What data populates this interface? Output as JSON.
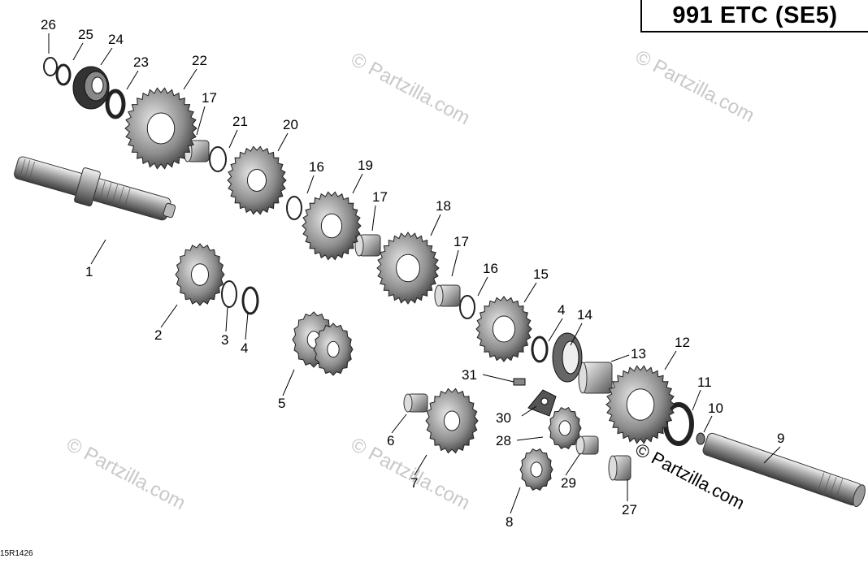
{
  "header": {
    "title": "991 ETC (SE5)"
  },
  "footer": {
    "diagram_code": "15R1426"
  },
  "watermark": {
    "text": "© Partzilla.com"
  },
  "callouts": [
    "1",
    "2",
    "3",
    "4",
    "4",
    "5",
    "6",
    "7",
    "8",
    "9",
    "10",
    "11",
    "12",
    "13",
    "14",
    "15",
    "16",
    "16",
    "17",
    "17",
    "17",
    "18",
    "19",
    "20",
    "21",
    "22",
    "23",
    "24",
    "25",
    "26",
    "27",
    "28",
    "29",
    "30",
    "31"
  ],
  "colors": {
    "metal_dark": "#3a3a3a",
    "metal_mid": "#8a8a8a",
    "metal_light": "#d8d8d8",
    "leader": "#000000"
  }
}
